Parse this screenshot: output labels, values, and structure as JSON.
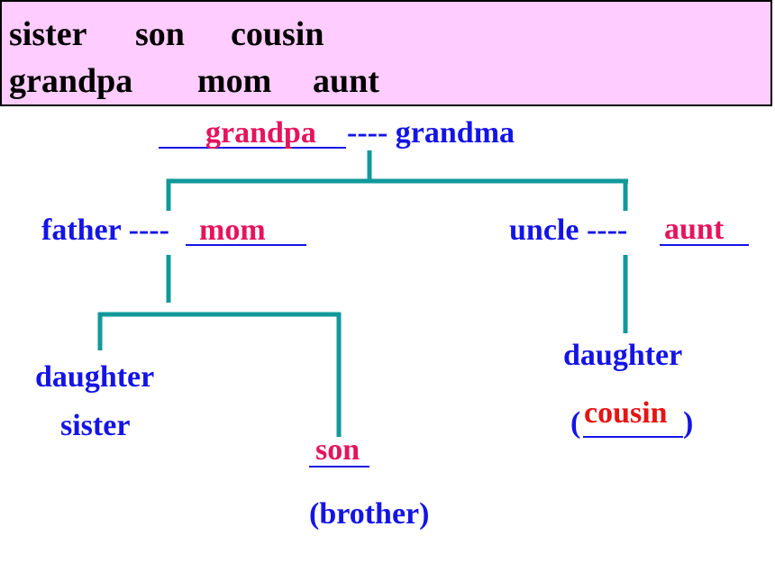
{
  "word_bank": {
    "row1": [
      "sister",
      "son",
      "cousin"
    ],
    "row2": [
      "grandpa",
      "mom",
      "aunt"
    ]
  },
  "tree": {
    "grandpa_answer": "grandpa",
    "grandma_label": "---- grandma",
    "father_label": "father ----",
    "mom_answer": "mom",
    "uncle_label": "uncle  ----",
    "aunt_answer": "aunt",
    "daughter_left": "daughter",
    "sister_label": "sister",
    "son_answer": "son",
    "brother_label": "(brother)",
    "daughter_right": "daughter",
    "open_paren": "(",
    "cousin_answer": "cousin",
    "close_paren": ")"
  },
  "colors": {
    "word_bank_bg": "#ffccff",
    "label_text": "#1414e6",
    "answer_text": "#e6145a",
    "cousin_text": "#e61414",
    "tree_lines": "#119999"
  }
}
